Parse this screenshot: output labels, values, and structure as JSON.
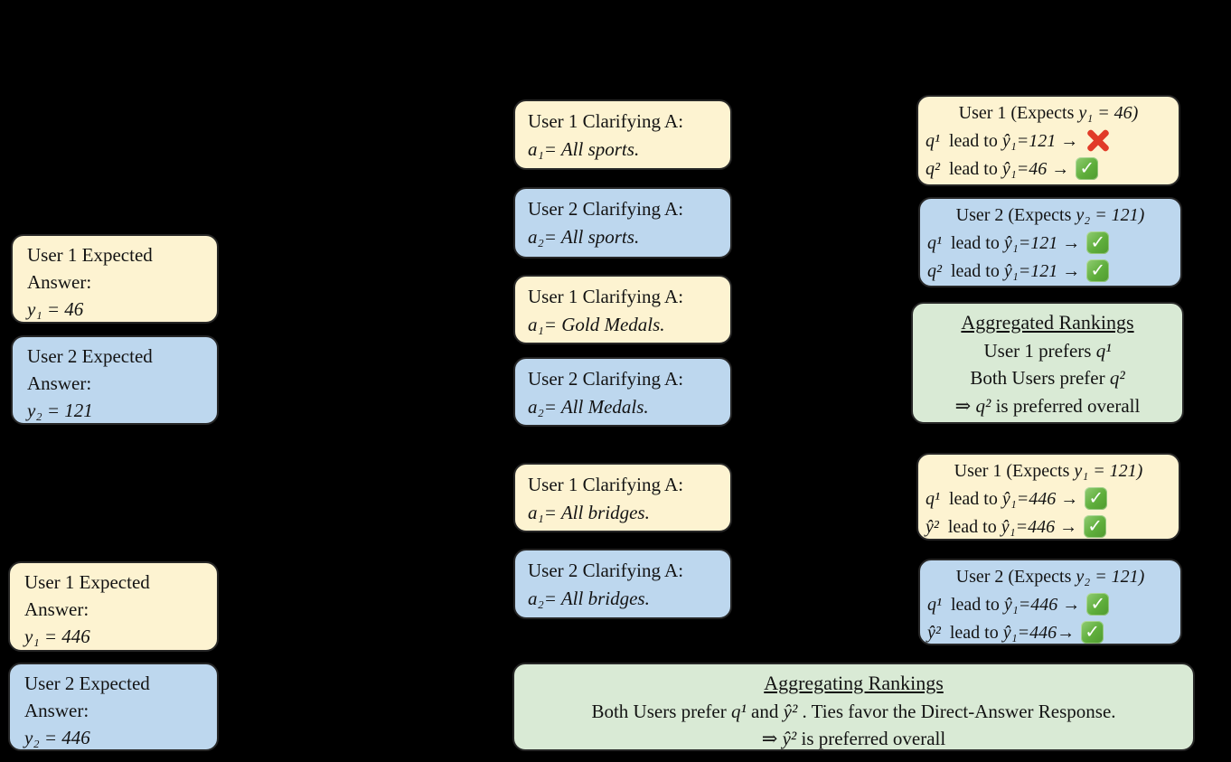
{
  "figure": {
    "background_color": "#000000",
    "colors": {
      "user1_box": "#fdf3d1",
      "user2_box": "#bdd7ee",
      "aggregate_box": "#d9ead5",
      "box_border": "#262626",
      "check_green": "#5fae3c",
      "cross_red": "#e13b28",
      "text": "#131313"
    }
  },
  "example1": {
    "expected_answers": [
      {
        "line1": "User 1 Expected",
        "line2": "Answer:",
        "math": "y₁ = 46"
      },
      {
        "line1": "User 2 Expected",
        "line2": "Answer:",
        "math": "y₂ = 121"
      }
    ],
    "clarifying_answers": [
      {
        "label": "User 1 Clarifying A:",
        "value": "a₁= All sports."
      },
      {
        "label": "User 2 Clarifying A:",
        "value": "a₂= All sports."
      },
      {
        "label": "User 1 Clarifying A:",
        "value": "a₁= Gold Medals."
      },
      {
        "label": "User 2 Clarifying A:",
        "value": "a₂= All Medals."
      }
    ],
    "rankings": [
      {
        "header_pre": "User 1 (Expects ",
        "header_math": "y₁ = 46)",
        "rows": [
          {
            "term": "q¹",
            "mid": " lead to ",
            "result": "ŷ₁=121 →",
            "icon": "cross"
          },
          {
            "term": "q²",
            "mid": " lead to ",
            "result": "ŷ₁=46 →",
            "icon": "check"
          }
        ]
      },
      {
        "header_pre": "User 2 (Expects ",
        "header_math": "y₂ = 121)",
        "rows": [
          {
            "term": "q¹",
            "mid": " lead to ",
            "result": "ŷ₁=121 →",
            "icon": "check"
          },
          {
            "term": "q²",
            "mid": " lead to ",
            "result": "ŷ₁=121 →",
            "icon": "check"
          }
        ]
      }
    ],
    "aggregated": {
      "title": "Aggregated Rankings",
      "line1_pre": "User 1 prefers ",
      "line1_math": "q¹",
      "line2_pre": "Both Users prefer ",
      "line2_math": "q²",
      "line3_pre": "⇒ ",
      "line3_math": "q²",
      "line3_post": " is preferred overall"
    }
  },
  "example2": {
    "expected_answers": [
      {
        "line1": "User 1 Expected",
        "line2": "Answer:",
        "math": "y₁ = 446"
      },
      {
        "line1": "User 2 Expected",
        "line2": "Answer:",
        "math": "y₂ = 446"
      }
    ],
    "clarifying_answers": [
      {
        "label": "User 1 Clarifying A:",
        "value": "a₁= All bridges."
      },
      {
        "label": "User 2 Clarifying A:",
        "value": "a₂= All bridges."
      }
    ],
    "rankings": [
      {
        "header_pre": "User 1 (Expects ",
        "header_math": "y₁ = 121)",
        "rows": [
          {
            "term": "q¹",
            "mid": " lead to ",
            "result": "ŷ₁=446 →",
            "icon": "check"
          },
          {
            "term": "ŷ²",
            "mid": " lead to ",
            "result": "ŷ₁=446 →",
            "icon": "check"
          }
        ]
      },
      {
        "header_pre": "User 2 (Expects ",
        "header_math": "y₂ = 121)",
        "rows": [
          {
            "term": "q¹",
            "mid": " lead to ",
            "result": "ŷ₁=446 →",
            "icon": "check"
          },
          {
            "term": "ŷ²",
            "mid": " lead to ",
            "result": "ŷ₁=446→",
            "icon": "check"
          }
        ]
      }
    ],
    "aggregated": {
      "title": "Aggregating Rankings",
      "line1_pre": "Both Users prefer ",
      "line1_math1": "q¹",
      "line1_mid": " and ",
      "line1_math2": "ŷ²",
      "line1_post": " . Ties favor the Direct-Answer Response.",
      "line2_pre": "⇒ ",
      "line2_math": "ŷ²",
      "line2_post": " is preferred overall"
    }
  }
}
